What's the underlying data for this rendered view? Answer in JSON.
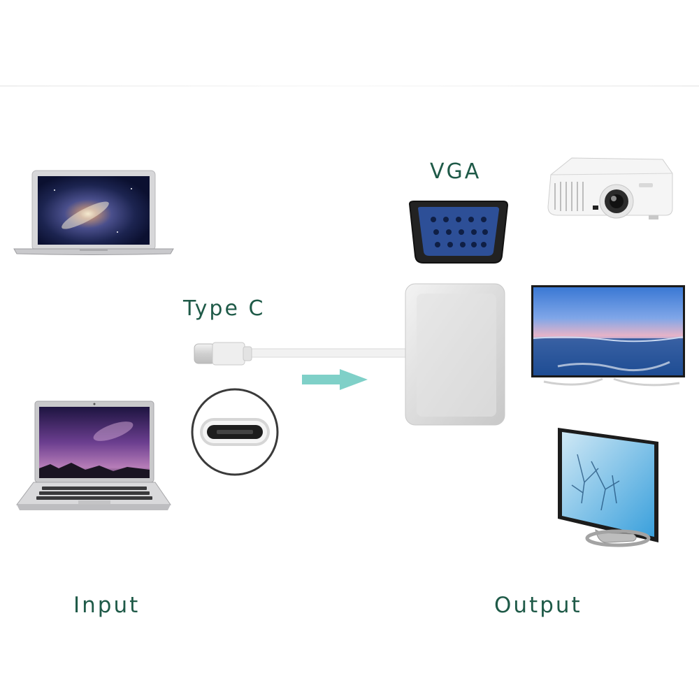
{
  "labels": {
    "vga": "VGA",
    "type_c": "Type C",
    "input": "Input",
    "output": "Output"
  },
  "colors": {
    "label_text": "#1f5a48",
    "arrow": "#7fd0c8",
    "vga_blue": "#2d4f97",
    "adapter_silver": "#dcdcdc"
  },
  "icons": {
    "laptop_top": "macbook-laptop-icon",
    "laptop_bottom": "laptop-icon",
    "vga_port": "vga-port-icon",
    "type_c_port": "usb-c-port-icon",
    "adapter": "usb-c-to-vga-adapter-icon",
    "arrow": "right-arrow-icon",
    "projector": "projector-icon",
    "tv": "tv-icon",
    "monitor": "monitor-icon"
  }
}
